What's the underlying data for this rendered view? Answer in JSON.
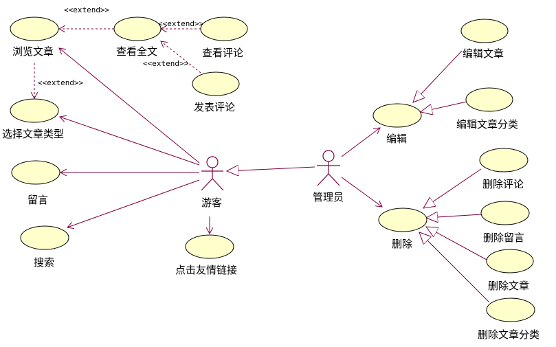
{
  "stereotype": "<<extend>>",
  "actors": {
    "visitor": "游客",
    "admin": "管理员"
  },
  "use_cases": {
    "browse": "浏览文章",
    "view_full": "查看全文",
    "view_comments": "查看评论",
    "post_comment": "发表评论",
    "select_type": "选择文章类型",
    "message": "留言",
    "search": "搜索",
    "friend_link": "点击友情链接",
    "edit": "编辑",
    "edit_article": "编辑文章",
    "edit_category": "编辑文章分类",
    "delete": "删除",
    "delete_comment": "删除评论",
    "delete_message": "删除留言",
    "delete_article": "删除文章",
    "delete_category": "删除文章分类"
  },
  "colors": {
    "use_case_fill": "#ffffcc",
    "line": "#800040"
  }
}
